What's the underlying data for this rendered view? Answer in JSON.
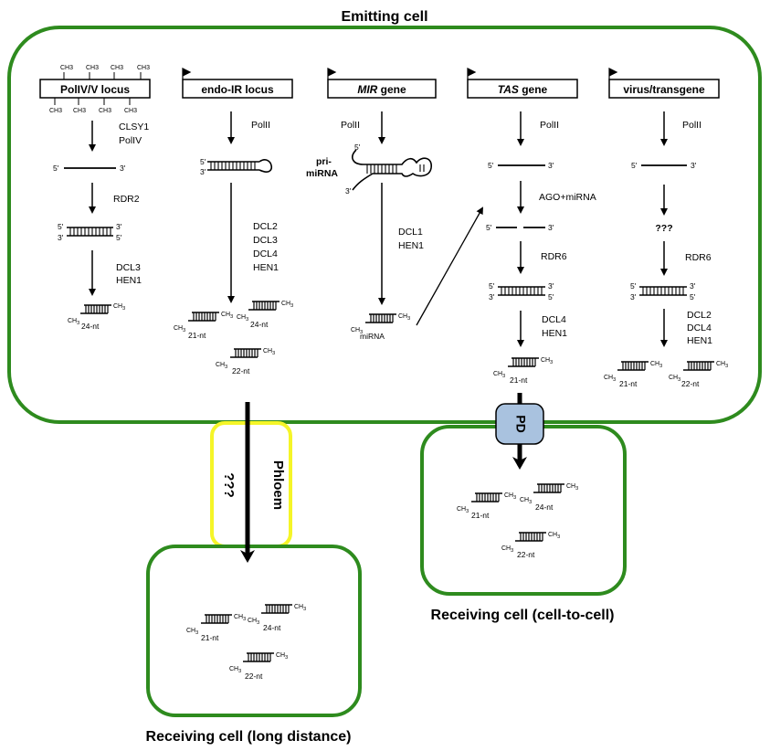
{
  "titles": {
    "emitting": "Emitting cell",
    "receiving_long": "Receiving cell (long distance)",
    "receiving_cell": "Receiving cell (cell-to-cell)"
  },
  "phloem": {
    "label": "Phloem",
    "unknown": "???"
  },
  "pd_label": "PD",
  "loci": {
    "poliv": {
      "label": "PolIV/V locus",
      "step1": [
        "CLSY1",
        "PolIV"
      ],
      "step2": "RDR2",
      "step3": [
        "DCL3",
        "HEN1"
      ],
      "product": "24-nt"
    },
    "endoir": {
      "label": "endo-IR locus",
      "step1": "PolII",
      "step2": [
        "DCL2",
        "DCL3",
        "DCL4",
        "HEN1"
      ],
      "products": [
        "21-nt",
        "24-nt",
        "22-nt"
      ]
    },
    "mir": {
      "label_italic": "MIR",
      "label_rest": " gene",
      "step1": "PolII",
      "pri": [
        "pri-",
        "miRNA"
      ],
      "step2": [
        "DCL1",
        "HEN1"
      ],
      "product": "miRNA"
    },
    "tas": {
      "label_italic": "TAS",
      "label_rest": " gene",
      "step1": "PolII",
      "step2": "AGO+miRNA",
      "step3": "RDR6",
      "step4": [
        "DCL4",
        "HEN1"
      ],
      "product": "21-nt"
    },
    "virus": {
      "label": "virus/transgene",
      "step1": "PolII",
      "step2": "???",
      "step3": "RDR6",
      "step4": [
        "DCL2",
        "DCL4",
        "HEN1"
      ],
      "products": [
        "21-nt",
        "22-nt"
      ]
    }
  },
  "receiving_products": [
    "21-nt",
    "24-nt",
    "22-nt"
  ],
  "ch3_label": "CH3",
  "end5": "5'",
  "end3": "3'",
  "colors": {
    "cell_border": "#2e8b1e",
    "phloem_border": "#f5f528",
    "pd_fill": "#a9c2df"
  }
}
